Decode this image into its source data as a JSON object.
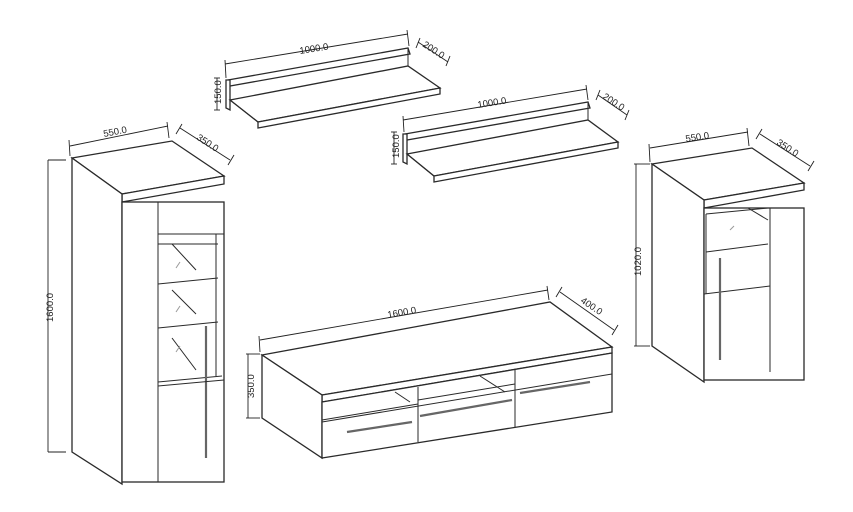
{
  "diagram": {
    "type": "furniture-dimension-drawing",
    "units": "mm",
    "items": [
      {
        "name": "wall-shelf-1",
        "dims": {
          "width": "1000.0",
          "depth": "200.0",
          "height": "150.0"
        }
      },
      {
        "name": "wall-shelf-2",
        "dims": {
          "width": "1000.0",
          "depth": "200.0",
          "height": "150.0"
        }
      },
      {
        "name": "tall-display-cabinet",
        "dims": {
          "width": "550.0",
          "depth": "350.0",
          "height": "1600.0"
        }
      },
      {
        "name": "tv-stand",
        "dims": {
          "width": "1600.0",
          "depth": "400.0",
          "height": "350.0"
        }
      },
      {
        "name": "low-display-cabinet",
        "dims": {
          "width": "550.0",
          "depth": "350.0",
          "height": "1020.0"
        }
      }
    ]
  },
  "colors": {
    "line": "#2a2a2a",
    "background": "#ffffff",
    "handle": "#666666"
  }
}
